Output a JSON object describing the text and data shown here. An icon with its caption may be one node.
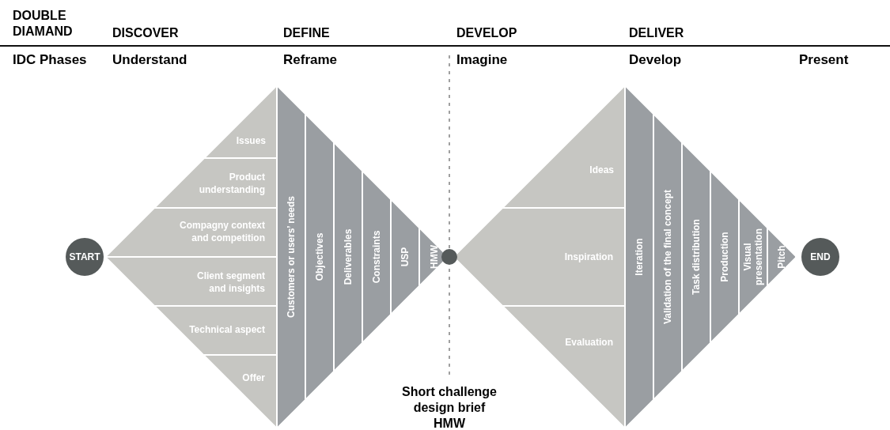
{
  "diagram": {
    "nodes": [
      {
        "text": [
          "START"
        ]
      },
      {
        "text": [
          "Issues"
        ]
      },
      {
        "text": [
          "Product understanding"
        ]
      },
      {
        "text": [
          "Compagny context and competition"
        ]
      },
      {
        "text": [
          "Client segment and insights"
        ]
      },
      {
        "text": [
          "Technical aspect"
        ]
      },
      {
        "text": [
          "Offer"
        ]
      },
      {
        "text": [
          "Customers or users’ needs"
        ]
      },
      {
        "text": [
          "Objectives"
        ]
      },
      {
        "text": [
          "Deliverables"
        ]
      },
      {
        "text": [
          "Constraints"
        ]
      },
      {
        "text": [
          "USP"
        ]
      },
      {
        "text": [
          "HMW"
        ]
      },
      {
        "text": [],
        "shape": "circle"
      },
      {
        "text": [
          "Ideas"
        ]
      },
      {
        "text": [
          "Inspiration"
        ]
      },
      {
        "text": [
          "Evaluation"
        ]
      },
      {
        "text": [
          "Iteration"
        ]
      },
      {
        "text": [
          "Validation of the final concept"
        ]
      },
      {
        "text": [
          "Task distribution"
        ]
      },
      {
        "text": [
          "Production"
        ]
      },
      {
        "text": [
          "Visual presentation"
        ]
      },
      {
        "text": [
          "Pitch"
        ]
      },
      {
        "text": [
          "END"
        ]
      }
    ],
    "labels": [
      "DOUBLE DIAMAND",
      "DISCOVER",
      "DEFINE",
      "DEVELOP",
      "DELIVER",
      "IDC Phases",
      "Understand",
      "Reframe",
      "Imagine",
      "Develop",
      "Present",
      "Short challenge design brief HMW"
    ]
  }
}
